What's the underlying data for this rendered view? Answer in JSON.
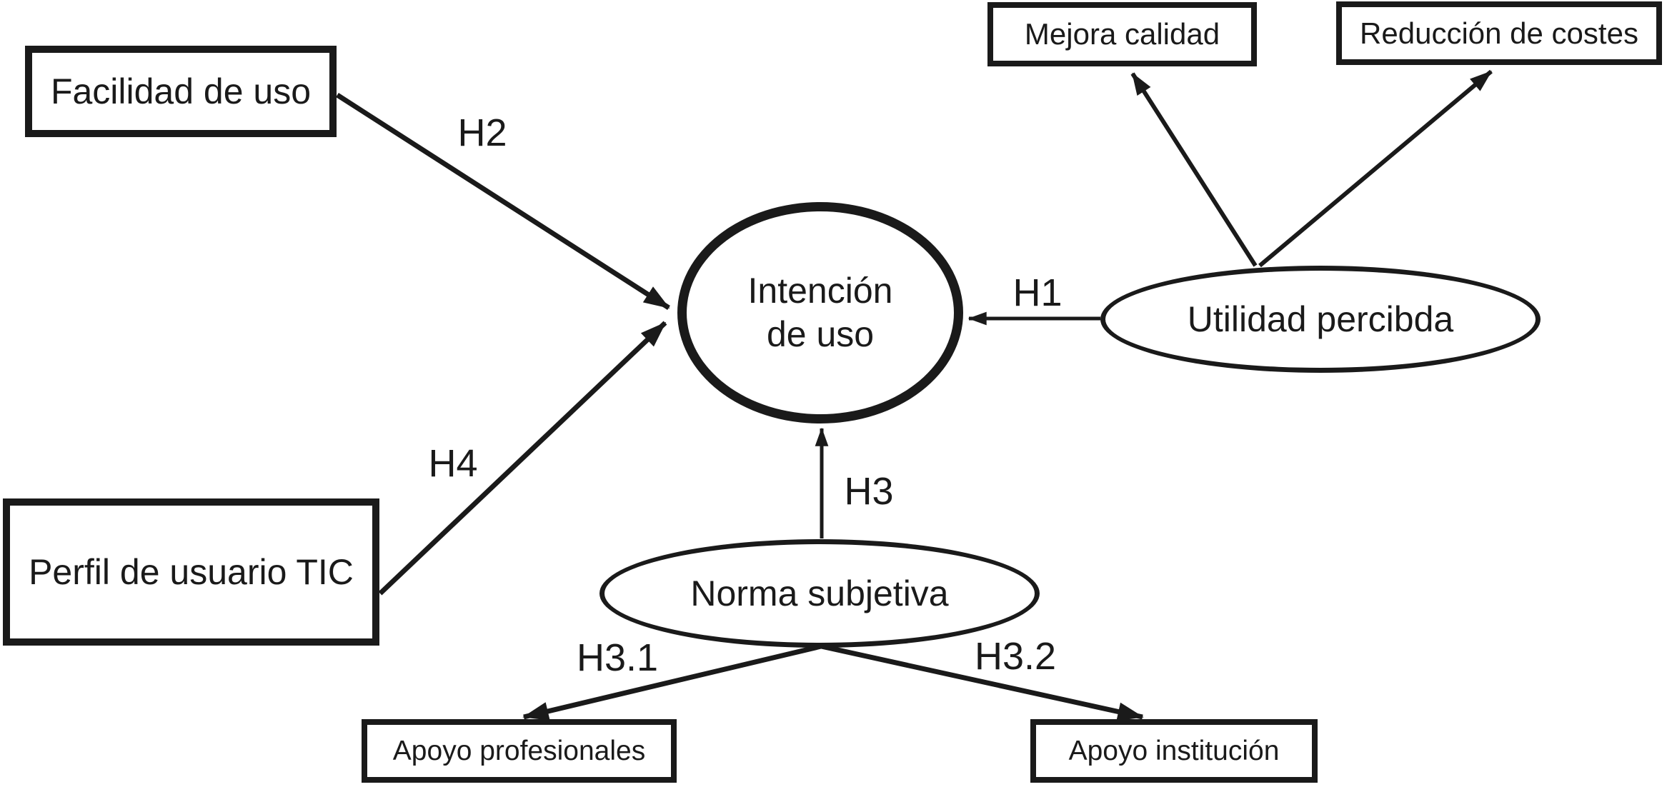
{
  "diagram": {
    "background_color": "#ffffff",
    "line_color": "#1a1a1a",
    "text_color": "#1a1a1a",
    "nodes": {
      "facilidad": {
        "label": "Facilidad de uso",
        "shape": "rectangle"
      },
      "perfil": {
        "label": "Perfil de usuario TIC",
        "shape": "rectangle"
      },
      "intencion": {
        "label": "Intención\nde uso",
        "shape": "ellipse",
        "emphasis": "bold-border"
      },
      "utilidad": {
        "label": "Utilidad percibda",
        "shape": "ellipse"
      },
      "norma": {
        "label": "Norma subjetiva",
        "shape": "ellipse"
      },
      "mejora": {
        "label": "Mejora calidad",
        "shape": "rectangle"
      },
      "reduccion": {
        "label": "Reducción de costes",
        "shape": "rectangle"
      },
      "apoyo_profesionales": {
        "label": "Apoyo profesionales",
        "shape": "rectangle"
      },
      "apoyo_institucion": {
        "label": "Apoyo institución",
        "shape": "rectangle"
      }
    },
    "edges": {
      "h1": {
        "label": "H1",
        "from": "Utilidad percibda",
        "to": "Intención de uso"
      },
      "h2": {
        "label": "H2",
        "from": "Facilidad de uso",
        "to": "Intención de uso"
      },
      "h3": {
        "label": "H3",
        "from": "Norma subjetiva",
        "to": "Intención de uso"
      },
      "h4": {
        "label": "H4",
        "from": "Perfil de usuario TIC",
        "to": "Intención de uso"
      },
      "h3_1": {
        "label": "H3.1",
        "from": "Norma subjetiva",
        "to": "Apoyo profesionales"
      },
      "h3_2": {
        "label": "H3.2",
        "from": "Norma subjetiva",
        "to": "Apoyo institución"
      },
      "utilidad_mejora": {
        "label": "",
        "from": "Utilidad percibda",
        "to": "Mejora calidad"
      },
      "utilidad_reduccion": {
        "label": "",
        "from": "Utilidad percibda",
        "to": "Reducción de costes"
      }
    }
  }
}
